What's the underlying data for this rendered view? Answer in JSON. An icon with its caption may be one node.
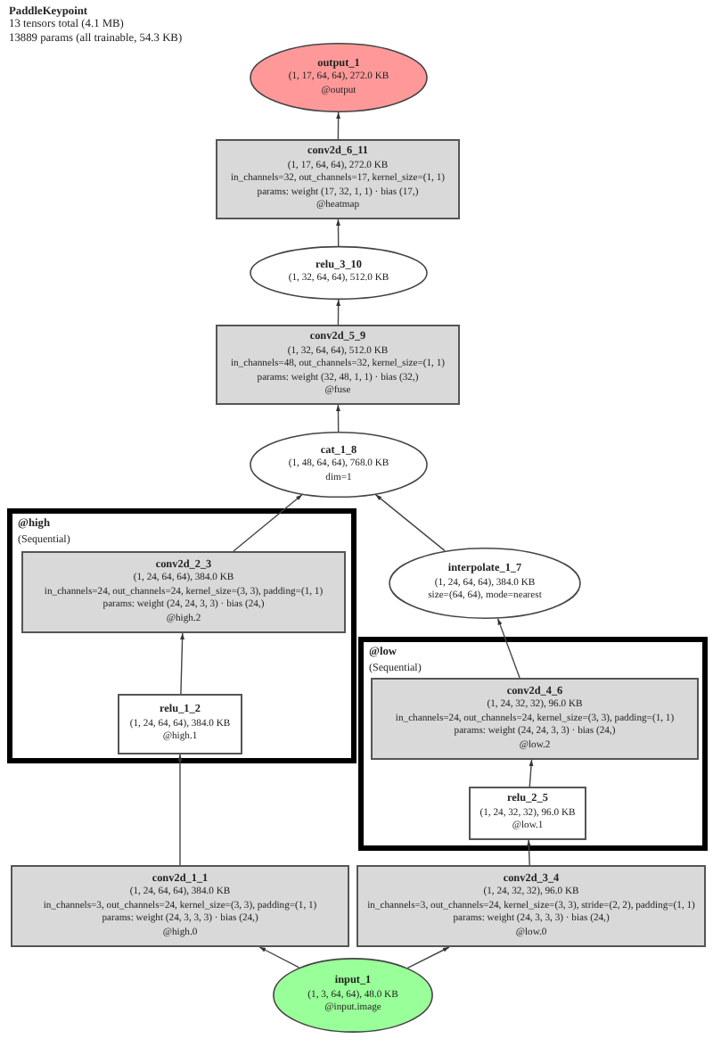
{
  "diagram": {
    "title": "PaddleKeypoint",
    "labels": [
      "13 tensors total (4.1 MB)",
      "13889 params (all trainable, 54.3 KB)"
    ],
    "nodes": [
      {
        "text": [
          "output_1",
          "(1, 17, 64, 64), 272.0 KB",
          "@output"
        ]
      },
      {
        "text": [
          "conv2d_6_11",
          "(1, 17, 64, 64), 272.0 KB",
          "in_channels=32, out_channels=17, kernel_size=(1, 1)",
          "params: weight (17, 32, 1, 1) · bias (17,)",
          "@heatmap"
        ]
      },
      {
        "text": [
          "relu_3_10",
          "(1, 32, 64, 64), 512.0 KB"
        ]
      },
      {
        "text": [
          "conv2d_5_9",
          "(1, 32, 64, 64), 512.0 KB",
          "in_channels=48, out_channels=32, kernel_size=(1, 1)",
          "params: weight (32, 48, 1, 1) · bias (32,)",
          "@fuse"
        ]
      },
      {
        "text": [
          "cat_1_8",
          "(1, 48, 64, 64), 768.0 KB",
          "dim=1"
        ]
      },
      {
        "text": [
          "@high",
          "(Sequential)"
        ]
      },
      {
        "text": [
          "conv2d_2_3",
          "(1, 24, 64, 64), 384.0 KB",
          "in_channels=24, out_channels=24, kernel_size=(3, 3), padding=(1, 1)",
          "params: weight (24, 24, 3, 3) · bias (24,)",
          "@high.2"
        ],
        "in": 5
      },
      {
        "text": [
          "relu_1_2",
          "(1, 24, 64, 64), 384.0 KB",
          "@high.1"
        ],
        "in": 5
      },
      {
        "text": [
          "interpolate_1_7",
          "(1, 24, 64, 64), 384.0 KB",
          "size=(64, 64), mode=nearest"
        ]
      },
      {
        "text": [
          "@low",
          "(Sequential)"
        ]
      },
      {
        "text": [
          "conv2d_4_6",
          "(1, 24, 32, 32), 96.0 KB",
          "in_channels=24, out_channels=24, kernel_size=(3, 3), padding=(1, 1)",
          "params: weight (24, 24, 3, 3) · bias (24,)",
          "@low.2"
        ],
        "in": 9
      },
      {
        "text": [
          "relu_2_5",
          "(1, 24, 32, 32), 96.0 KB",
          "@low.1"
        ],
        "in": 9
      },
      {
        "text": [
          "conv2d_1_1",
          "(1, 24, 64, 64), 384.0 KB",
          "in_channels=3, out_channels=24, kernel_size=(3, 3), padding=(1, 1)",
          "params: weight (24, 3, 3, 3) · bias (24,)",
          "@high.0"
        ]
      },
      {
        "text": [
          "conv2d_3_4",
          "(1, 24, 32, 32), 96.0 KB",
          "in_channels=3, out_channels=24, kernel_size=(3, 3), stride=(2, 2), padding=(1, 1)",
          "params: weight (24, 3, 3, 3) · bias (24,)",
          "@low.0"
        ]
      },
      {
        "text": [
          "input_1",
          "(1, 3, 64, 64), 48.0 KB",
          "@input.image"
        ]
      }
    ],
    "edges": [
      {
        "from": 14,
        "to": 12,
        "arrow": "to"
      },
      {
        "from": 14,
        "to": 13,
        "arrow": "to"
      },
      {
        "from": 12,
        "to": 7,
        "arrow": "to"
      },
      {
        "from": 7,
        "to": 6,
        "arrow": "to"
      },
      {
        "from": 6,
        "to": 4,
        "arrow": "to"
      },
      {
        "from": 13,
        "to": 11,
        "arrow": "to"
      },
      {
        "from": 11,
        "to": 10,
        "arrow": "to"
      },
      {
        "from": 10,
        "to": 8,
        "arrow": "to"
      },
      {
        "from": 8,
        "to": 4,
        "arrow": "to"
      },
      {
        "from": 4,
        "to": 3,
        "arrow": "to"
      },
      {
        "from": 3,
        "to": 2,
        "arrow": "to"
      },
      {
        "from": 2,
        "to": 1,
        "arrow": "to"
      },
      {
        "from": 1,
        "to": 0,
        "arrow": "to"
      }
    ]
  }
}
